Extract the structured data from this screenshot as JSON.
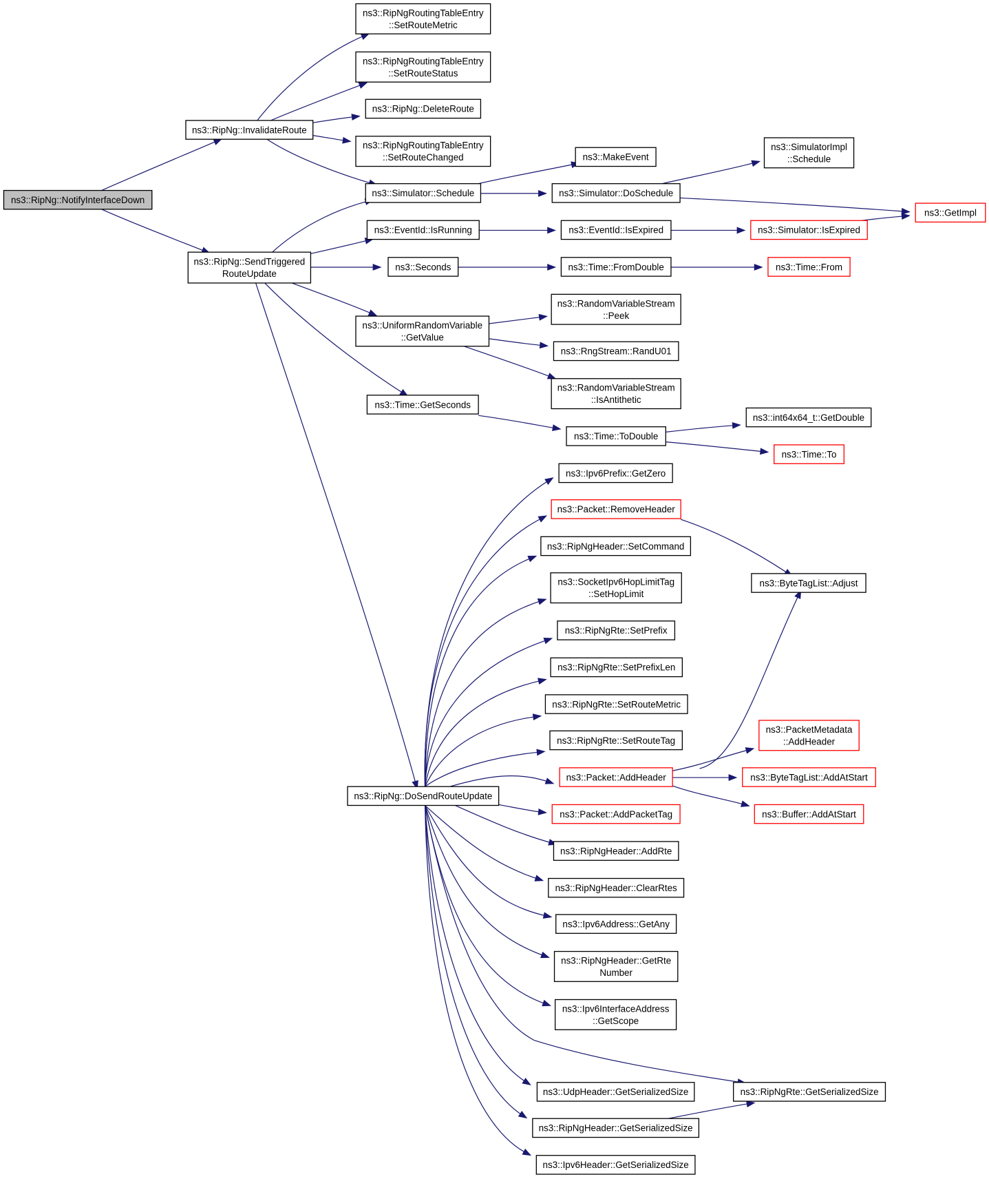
{
  "graph": {
    "colors": {
      "edge": "#191970",
      "node_border": "#000000",
      "incomplete_border": "#ff0000",
      "root_fill": "#bfbfbf",
      "background": "#ffffff"
    },
    "nodes": [
      {
        "id": "notify",
        "lines": [
          "ns3::RipNg::NotifyInterfaceDown"
        ],
        "style": "root"
      },
      {
        "id": "invalidate",
        "lines": [
          "ns3::RipNg::InvalidateRoute"
        ]
      },
      {
        "id": "sendtrig",
        "lines": [
          "ns3::RipNg::SendTriggered",
          "RouteUpdate"
        ]
      },
      {
        "id": "setmetric",
        "lines": [
          "ns3::RipNgRoutingTableEntry",
          "::SetRouteMetric"
        ]
      },
      {
        "id": "setstatus",
        "lines": [
          "ns3::RipNgRoutingTableEntry",
          "::SetRouteStatus"
        ]
      },
      {
        "id": "deleteroute",
        "lines": [
          "ns3::RipNg::DeleteRoute"
        ]
      },
      {
        "id": "setchanged",
        "lines": [
          "ns3::RipNgRoutingTableEntry",
          "::SetRouteChanged"
        ]
      },
      {
        "id": "schedule",
        "lines": [
          "ns3::Simulator::Schedule"
        ]
      },
      {
        "id": "isrunning",
        "lines": [
          "ns3::EventId::IsRunning"
        ]
      },
      {
        "id": "seconds",
        "lines": [
          "ns3::Seconds"
        ]
      },
      {
        "id": "urvget",
        "lines": [
          "ns3::UniformRandomVariable",
          "::GetValue"
        ]
      },
      {
        "id": "getseconds",
        "lines": [
          "ns3::Time::GetSeconds"
        ]
      },
      {
        "id": "dosend",
        "lines": [
          "ns3::RipNg::DoSendRouteUpdate"
        ]
      },
      {
        "id": "makeevent",
        "lines": [
          "ns3::MakeEvent"
        ]
      },
      {
        "id": "doschedule",
        "lines": [
          "ns3::Simulator::DoSchedule"
        ]
      },
      {
        "id": "isexpired",
        "lines": [
          "ns3::EventId::IsExpired"
        ]
      },
      {
        "id": "fromdouble",
        "lines": [
          "ns3::Time::FromDouble"
        ]
      },
      {
        "id": "peek",
        "lines": [
          "ns3::RandomVariableStream",
          "::Peek"
        ]
      },
      {
        "id": "randu01",
        "lines": [
          "ns3::RngStream::RandU01"
        ]
      },
      {
        "id": "isanti",
        "lines": [
          "ns3::RandomVariableStream",
          "::IsAntithetic"
        ]
      },
      {
        "id": "todouble",
        "lines": [
          "ns3::Time::ToDouble"
        ]
      },
      {
        "id": "simimpl",
        "lines": [
          "ns3::SimulatorImpl",
          "::Schedule"
        ]
      },
      {
        "id": "getimpl",
        "lines": [
          "ns3::GetImpl"
        ],
        "style": "red"
      },
      {
        "id": "simexpired",
        "lines": [
          "ns3::Simulator::IsExpired"
        ],
        "style": "red"
      },
      {
        "id": "timefrom",
        "lines": [
          "ns3::Time::From"
        ],
        "style": "red"
      },
      {
        "id": "getdouble",
        "lines": [
          "ns3::int64x64_t::GetDouble"
        ]
      },
      {
        "id": "timeto",
        "lines": [
          "ns3::Time::To"
        ],
        "style": "red"
      },
      {
        "id": "getzero",
        "lines": [
          "ns3::Ipv6Prefix::GetZero"
        ]
      },
      {
        "id": "removeheader",
        "lines": [
          "ns3::Packet::RemoveHeader"
        ],
        "style": "red"
      },
      {
        "id": "setcommand",
        "lines": [
          "ns3::RipNgHeader::SetCommand"
        ]
      },
      {
        "id": "sethoplimit",
        "lines": [
          "ns3::SocketIpv6HopLimitTag",
          "::SetHopLimit"
        ]
      },
      {
        "id": "setprefix",
        "lines": [
          "ns3::RipNgRte::SetPrefix"
        ]
      },
      {
        "id": "setprefixlen",
        "lines": [
          "ns3::RipNgRte::SetPrefixLen"
        ]
      },
      {
        "id": "rtesetmetric",
        "lines": [
          "ns3::RipNgRte::SetRouteMetric"
        ]
      },
      {
        "id": "setroutetag",
        "lines": [
          "ns3::RipNgRte::SetRouteTag"
        ]
      },
      {
        "id": "addheader",
        "lines": [
          "ns3::Packet::AddHeader"
        ],
        "style": "red"
      },
      {
        "id": "addpackettag",
        "lines": [
          "ns3::Packet::AddPacketTag"
        ],
        "style": "red"
      },
      {
        "id": "addrte",
        "lines": [
          "ns3::RipNgHeader::AddRte"
        ]
      },
      {
        "id": "clearrtes",
        "lines": [
          "ns3::RipNgHeader::ClearRtes"
        ]
      },
      {
        "id": "getany",
        "lines": [
          "ns3::Ipv6Address::GetAny"
        ]
      },
      {
        "id": "getrtenum",
        "lines": [
          "ns3::RipNgHeader::GetRte",
          "Number"
        ]
      },
      {
        "id": "getscope",
        "lines": [
          "ns3::Ipv6InterfaceAddress",
          "::GetScope"
        ]
      },
      {
        "id": "udpsize",
        "lines": [
          "ns3::UdpHeader::GetSerializedSize"
        ]
      },
      {
        "id": "hdrsize",
        "lines": [
          "ns3::RipNgHeader::GetSerializedSize"
        ]
      },
      {
        "id": "ipv6size",
        "lines": [
          "ns3::Ipv6Header::GetSerializedSize"
        ]
      },
      {
        "id": "adjust",
        "lines": [
          "ns3::ByteTagList::Adjust"
        ]
      },
      {
        "id": "pmaddheader",
        "lines": [
          "ns3::PacketMetadata",
          "::AddHeader"
        ],
        "style": "red"
      },
      {
        "id": "btladdatstart",
        "lines": [
          "ns3::ByteTagList::AddAtStart"
        ],
        "style": "red"
      },
      {
        "id": "bufaddatstart",
        "lines": [
          "ns3::Buffer::AddAtStart"
        ],
        "style": "red"
      },
      {
        "id": "rtesize",
        "lines": [
          "ns3::RipNgRte::GetSerializedSize"
        ]
      }
    ],
    "edges": [
      [
        "notify",
        "invalidate"
      ],
      [
        "notify",
        "sendtrig"
      ],
      [
        "invalidate",
        "setmetric"
      ],
      [
        "invalidate",
        "setstatus"
      ],
      [
        "invalidate",
        "deleteroute"
      ],
      [
        "invalidate",
        "setchanged"
      ],
      [
        "invalidate",
        "schedule"
      ],
      [
        "sendtrig",
        "schedule"
      ],
      [
        "sendtrig",
        "isrunning"
      ],
      [
        "sendtrig",
        "seconds"
      ],
      [
        "sendtrig",
        "urvget"
      ],
      [
        "sendtrig",
        "getseconds"
      ],
      [
        "sendtrig",
        "dosend"
      ],
      [
        "schedule",
        "makeevent"
      ],
      [
        "schedule",
        "doschedule"
      ],
      [
        "doschedule",
        "simimpl"
      ],
      [
        "doschedule",
        "getimpl"
      ],
      [
        "isrunning",
        "isexpired"
      ],
      [
        "isexpired",
        "simexpired"
      ],
      [
        "simexpired",
        "getimpl"
      ],
      [
        "seconds",
        "fromdouble"
      ],
      [
        "fromdouble",
        "timefrom"
      ],
      [
        "urvget",
        "peek"
      ],
      [
        "urvget",
        "randu01"
      ],
      [
        "urvget",
        "isanti"
      ],
      [
        "getseconds",
        "todouble"
      ],
      [
        "todouble",
        "getdouble"
      ],
      [
        "todouble",
        "timeto"
      ],
      [
        "dosend",
        "getzero"
      ],
      [
        "dosend",
        "removeheader"
      ],
      [
        "dosend",
        "setcommand"
      ],
      [
        "dosend",
        "sethoplimit"
      ],
      [
        "dosend",
        "setprefix"
      ],
      [
        "dosend",
        "setprefixlen"
      ],
      [
        "dosend",
        "rtesetmetric"
      ],
      [
        "dosend",
        "setroutetag"
      ],
      [
        "dosend",
        "addheader"
      ],
      [
        "dosend",
        "addpackettag"
      ],
      [
        "dosend",
        "addrte"
      ],
      [
        "dosend",
        "clearrtes"
      ],
      [
        "dosend",
        "getany"
      ],
      [
        "dosend",
        "getrtenum"
      ],
      [
        "dosend",
        "getscope"
      ],
      [
        "dosend",
        "rtesize"
      ],
      [
        "dosend",
        "udpsize"
      ],
      [
        "dosend",
        "hdrsize"
      ],
      [
        "dosend",
        "ipv6size"
      ],
      [
        "removeheader",
        "adjust"
      ],
      [
        "addheader",
        "adjust"
      ],
      [
        "addheader",
        "pmaddheader"
      ],
      [
        "addheader",
        "btladdatstart"
      ],
      [
        "addheader",
        "bufaddatstart"
      ],
      [
        "hdrsize",
        "rtesize"
      ]
    ]
  }
}
